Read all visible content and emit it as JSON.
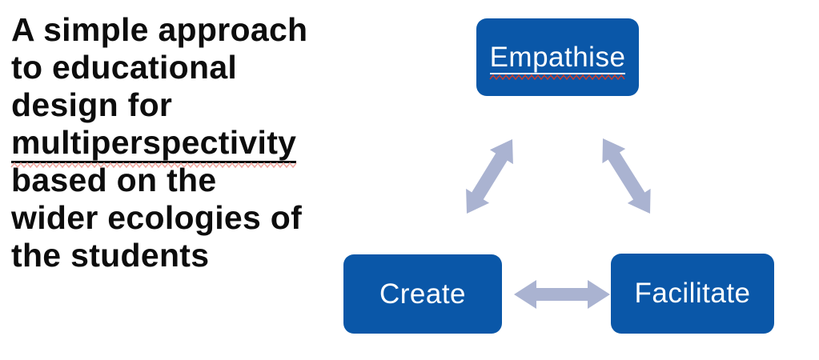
{
  "headline": {
    "lines": [
      "A simple approach",
      "to educational",
      "design for",
      "multiperspectivity",
      "based on the",
      "wider ecologies of",
      "the students"
    ]
  },
  "diagram": {
    "nodes": [
      {
        "id": "empathise",
        "label": "Empathise"
      },
      {
        "id": "create",
        "label": "Create"
      },
      {
        "id": "facilitate",
        "label": "Facilitate"
      }
    ],
    "connections": [
      {
        "from": "empathise",
        "to": "create",
        "bidirectional": true
      },
      {
        "from": "empathise",
        "to": "facilitate",
        "bidirectional": true
      },
      {
        "from": "create",
        "to": "facilitate",
        "bidirectional": true
      }
    ]
  },
  "annotations": {
    "spellcheck_flagged_words": [
      "multiperspectivity",
      "Empathise"
    ]
  },
  "colors": {
    "node_fill": "#0a57a8",
    "node_text": "#ffffff",
    "arrow_fill": "#aab3d1",
    "headline_text": "#0d0d0d",
    "squiggle_headline": "#f0a9a2",
    "squiggle_node": "#c53b30",
    "background": "#ffffff"
  }
}
